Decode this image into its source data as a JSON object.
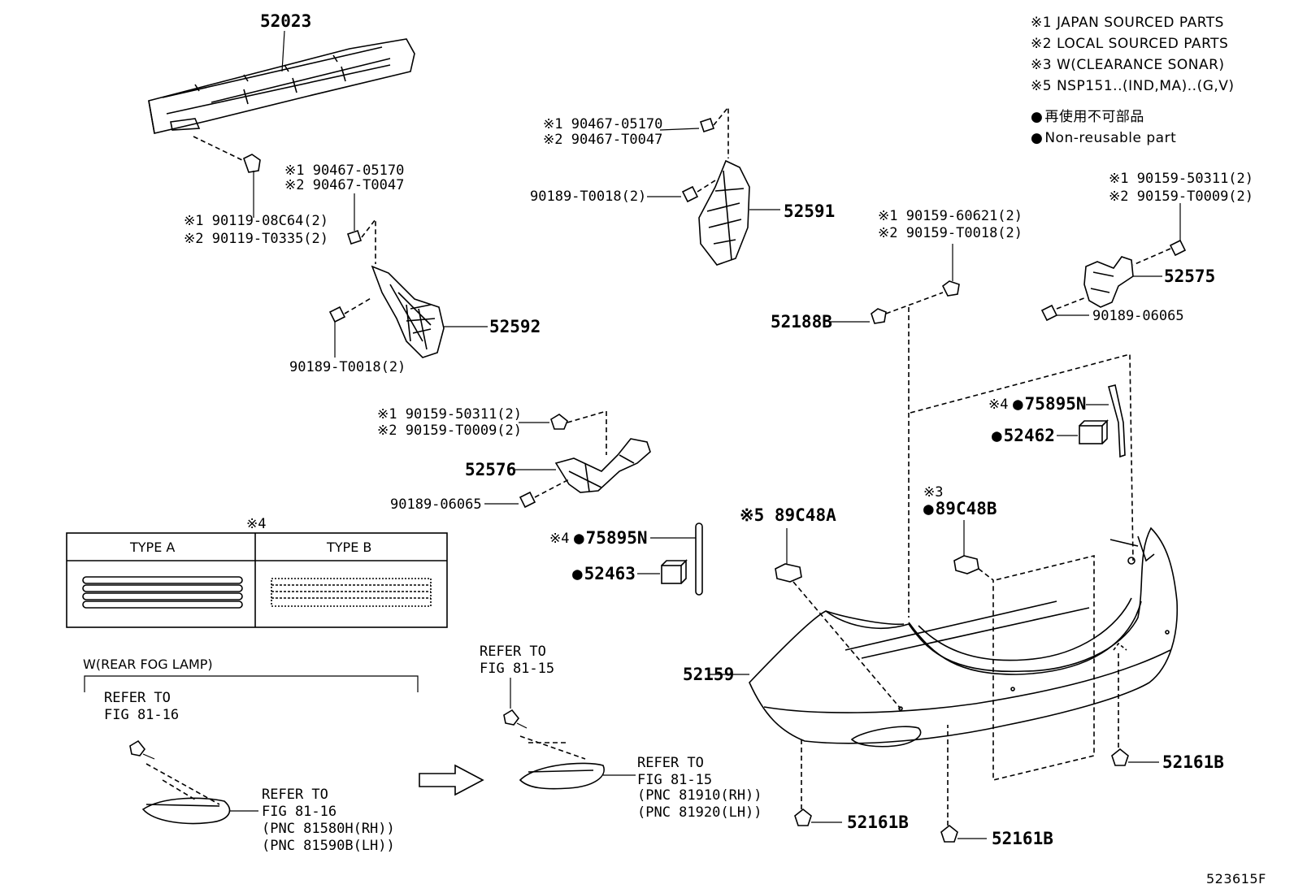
{
  "legend": {
    "notes": [
      "※1 JAPAN SOURCED PARTS",
      "※2 LOCAL SOURCED PARTS",
      "※3 W(CLEARANCE SONAR)",
      "※5 NSP151..(IND,MA)..(G,V)"
    ],
    "nonreusable_jp": "再使用不可部品",
    "nonreusable_en": "Non-reusable part"
  },
  "parts": {
    "p52023": "52023",
    "bolt_1": "※1 90119-08C64(2)",
    "bolt_2": "※2 90119-T0335(2)",
    "clip_l_1": "※1 90467-05170",
    "clip_l_2": "※2 90467-T0047",
    "p52592": "52592",
    "nut_l": "90189-T0018(2)",
    "clip_r_1": "※1 90467-05170",
    "clip_r_2": "※2 90467-T0047",
    "nut_r": "90189-T0018(2)",
    "p52591": "52591",
    "screw_r_1": "※1 90159-60621(2)",
    "screw_r_2": "※2 90159-T0018(2)",
    "p52188B": "52188B",
    "screw_rr_1": "※1 90159-50311(2)",
    "screw_rr_2": "※2 90159-T0009(2)",
    "p52575": "52575",
    "nut_rr": "90189-06065",
    "screw_m_1": "※1 90159-50311(2)",
    "screw_m_2": "※2 90159-T0009(2)",
    "p52576": "52576",
    "nut_m": "90189-06065",
    "p75895N_r": "75895N",
    "p75895N_r_mark": "※4",
    "p52462": "52462",
    "sonar3_mark": "※3",
    "p89C48B": "89C48B",
    "sonar5": "※5 89C48A",
    "p75895N_l": "75895N",
    "p75895N_l_mark": "※4",
    "p52463": "52463",
    "p52159": "52159",
    "p52161B_a": "52161B",
    "p52161B_b": "52161B",
    "p52161B_c": "52161B"
  },
  "types": {
    "mark": "※4",
    "type_a": "TYPE A",
    "type_b": "TYPE B"
  },
  "fog": {
    "group_label": "W(REAR FOG LAMP)",
    "refer_l1_a": "REFER TO",
    "refer_l1_b": "FIG 81-16",
    "refer_l2_a": "REFER TO",
    "refer_l2_b": "FIG 81-16",
    "refer_l2_c": "(PNC 81580H(RH))",
    "refer_l2_d": "(PNC 81590B(LH))",
    "refer_r1_a": "REFER TO",
    "refer_r1_b": "FIG 81-15",
    "refer_r2_a": "REFER TO",
    "refer_r2_b": "FIG 81-15",
    "refer_r2_c": "(PNC 81910(RH))",
    "refer_r2_d": "(PNC 81920(LH))"
  },
  "figure_id": "523615F"
}
